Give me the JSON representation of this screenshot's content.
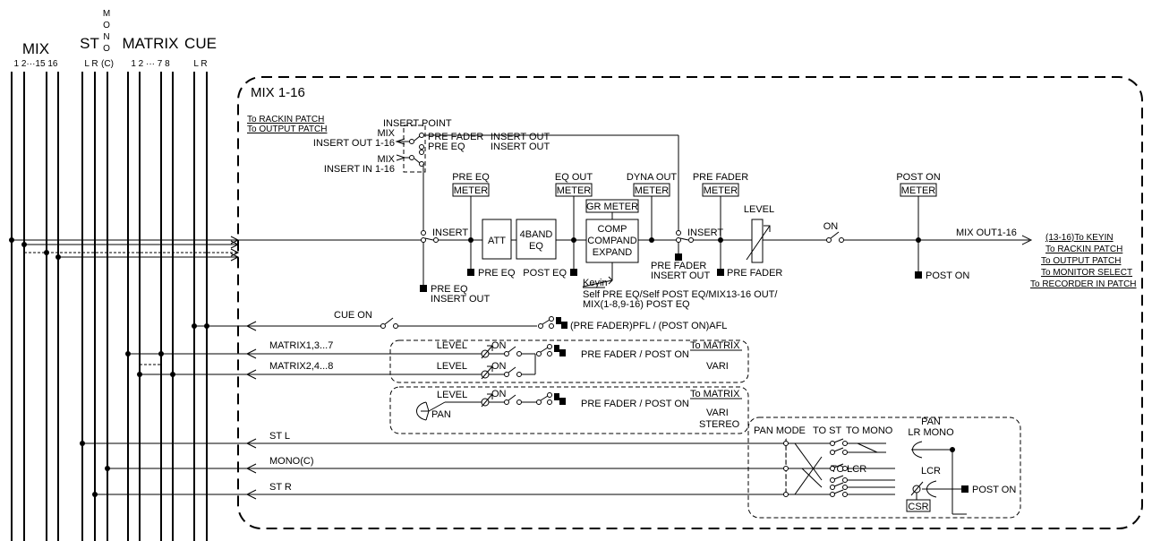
{
  "bus": {
    "mix": "MIX",
    "mix_nums": "1 2···15 16",
    "st": "ST",
    "st_nums": "L R",
    "mono_letters": [
      "M",
      "O",
      "N",
      "O"
    ],
    "mono_c": "(C)",
    "matrix": "MATRIX",
    "matrix_nums": "1 2 ··· 7 8",
    "cue": "CUE",
    "cue_nums": "L R"
  },
  "block": {
    "title": "MIX 1-16",
    "rackin_patch": "To RACKIN PATCH",
    "output_patch": "To OUTPUT PATCH",
    "insert_point": "INSERT POINT",
    "mix_label": "MIX",
    "insert_out": "INSERT OUT 1-16",
    "mix_label2": "MIX",
    "insert_in": "INSERT IN 1-16",
    "pre_fader": "PRE FADER",
    "pre_eq": "PRE EQ",
    "insert_out_a": "INSERT OUT",
    "insert_out_b": "INSERT OUT",
    "pre_eq_meter_label": "PRE EQ",
    "meter": "METER",
    "eq_out_label": "EQ OUT",
    "dyna_out_label": "DYNA OUT",
    "pre_fader_meter_label": "PRE FADER",
    "post_on_meter_label": "POST ON",
    "gr_meter": "GR METER",
    "insert1": "INSERT",
    "insert2": "INSERT",
    "att": "ATT",
    "eq_4band": "4BAND",
    "eq_label": "EQ",
    "comp": "COMP",
    "compand": "COMPAND",
    "expand": "EXPAND",
    "level": "LEVEL",
    "on": "ON",
    "mix_out": "MIX OUT1-16",
    "pre_eq_tap": "PRE EQ",
    "post_eq_tap": "POST EQ",
    "pre_fader_tap": "PRE FADER",
    "post_on_tap": "POST ON",
    "pre_eq_insert_a": "PRE EQ",
    "pre_eq_insert_b": "INSERT OUT",
    "pre_fader_insert_a": "PRE FADER",
    "pre_fader_insert_b": "INSERT OUT",
    "keyin": "Keyin",
    "keyin_desc1": "Self PRE EQ/Self POST EQ/MIX13-16 OUT/",
    "keyin_desc2": "MIX(1-8,9-16) POST EQ",
    "dest": [
      "(13-16)To KEYIN",
      "To RACKIN PATCH",
      "To OUTPUT PATCH",
      "To MONITOR SELECT",
      "To RECORDER IN PATCH"
    ]
  },
  "cue": {
    "cue_on": "CUE ON",
    "pfl_afl": "(PRE FADER)PFL / (POST ON)AFL"
  },
  "matrix": {
    "m1": "MATRIX1,3...7",
    "m2": "MATRIX2,4...8",
    "level1": "LEVEL",
    "on1": "ON",
    "level2": "LEVEL",
    "on2": "ON",
    "level3": "LEVEL",
    "on3": "ON",
    "pan": "PAN",
    "pre_fader_post_on1": "PRE FADER / POST ON",
    "pre_fader_post_on2": "PRE FADER / POST ON",
    "to_matrix1": "To MATRIX",
    "vari1": "VARI",
    "to_matrix2": "To MATRIX",
    "vari2": "VARI",
    "stereo": "STEREO"
  },
  "st": {
    "st_l": "ST L",
    "mono_c": "MONO(C)",
    "st_r": "ST R",
    "pan_mode": "PAN MODE",
    "to_st": "TO ST",
    "to_mono": "TO MONO",
    "pan": "PAN",
    "lr_mono": "LR MONO",
    "to_lcr": "TO LCR",
    "lcr": "LCR",
    "csr": "CSR",
    "post_on": "POST ON"
  }
}
